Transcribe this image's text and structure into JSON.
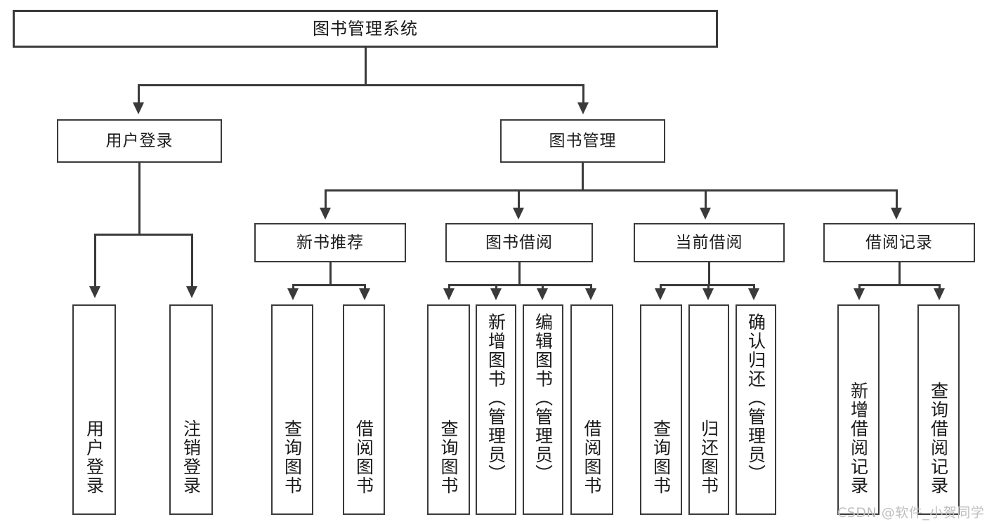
{
  "diagram": {
    "type": "tree",
    "title": "图书管理系统",
    "watermark": "CSDN @软件_小贺同学",
    "colors": {
      "stroke": "#3a3a3a",
      "background": "#ffffff",
      "text": "#1a1a1a",
      "watermark": "#bfbfbf"
    },
    "root": {
      "label": "图书管理系统"
    },
    "level2": [
      {
        "label": "用户登录"
      },
      {
        "label": "图书管理"
      }
    ],
    "level3": [
      {
        "label": "新书推荐"
      },
      {
        "label": "图书借阅"
      },
      {
        "label": "当前借阅"
      },
      {
        "label": "借阅记录"
      }
    ],
    "leaves": {
      "user_login": [
        {
          "label": "用户登录"
        },
        {
          "label": "注销登录"
        }
      ],
      "new_book_recommend": [
        {
          "label": "查询图书"
        },
        {
          "label": "借阅图书"
        }
      ],
      "book_borrow": [
        {
          "label": "查询图书"
        },
        {
          "label": "新增图书（管理员）"
        },
        {
          "label": "编辑图书（管理员）"
        },
        {
          "label": "借阅图书"
        }
      ],
      "current_borrow": [
        {
          "label": "查询图书"
        },
        {
          "label": "归还图书"
        },
        {
          "label": "确认归还（管理员）"
        }
      ],
      "borrow_record": [
        {
          "label": "新增借阅记录"
        },
        {
          "label": "查询借阅记录"
        }
      ]
    }
  }
}
